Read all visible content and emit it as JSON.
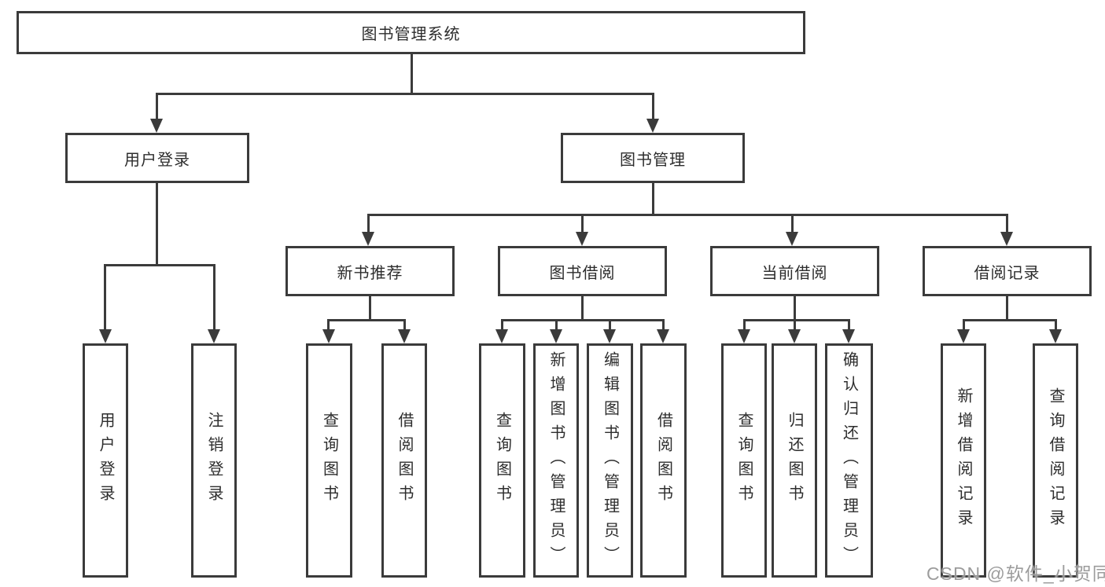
{
  "diagram": {
    "root": {
      "label": "图书管理系统"
    },
    "level1": {
      "user_login": {
        "label": "用户登录"
      },
      "book_mgmt": {
        "label": "图书管理"
      }
    },
    "level2": {
      "new_books": {
        "label": "新书推荐"
      },
      "borrowing": {
        "label": "图书借阅"
      },
      "current": {
        "label": "当前借阅"
      },
      "records": {
        "label": "借阅记录"
      }
    },
    "leaves": {
      "user_login": [
        "用户登录",
        "注销登录"
      ],
      "new_books": [
        "查询图书",
        "借阅图书"
      ],
      "borrowing": [
        "查询图书",
        "新增图书（管理员）",
        "编辑图书（管理员）",
        "借阅图书"
      ],
      "current": [
        "查询图书",
        "归还图书",
        "确认归还（管理员）"
      ],
      "records": [
        "新增借阅记录",
        "查询借阅记录"
      ]
    },
    "watermark": "CSDN @软件_小贺同学",
    "colors": {
      "line": "#3b3b3b",
      "text": "#2d2d2d",
      "watermark": "#949494",
      "background": "#ffffff"
    }
  }
}
